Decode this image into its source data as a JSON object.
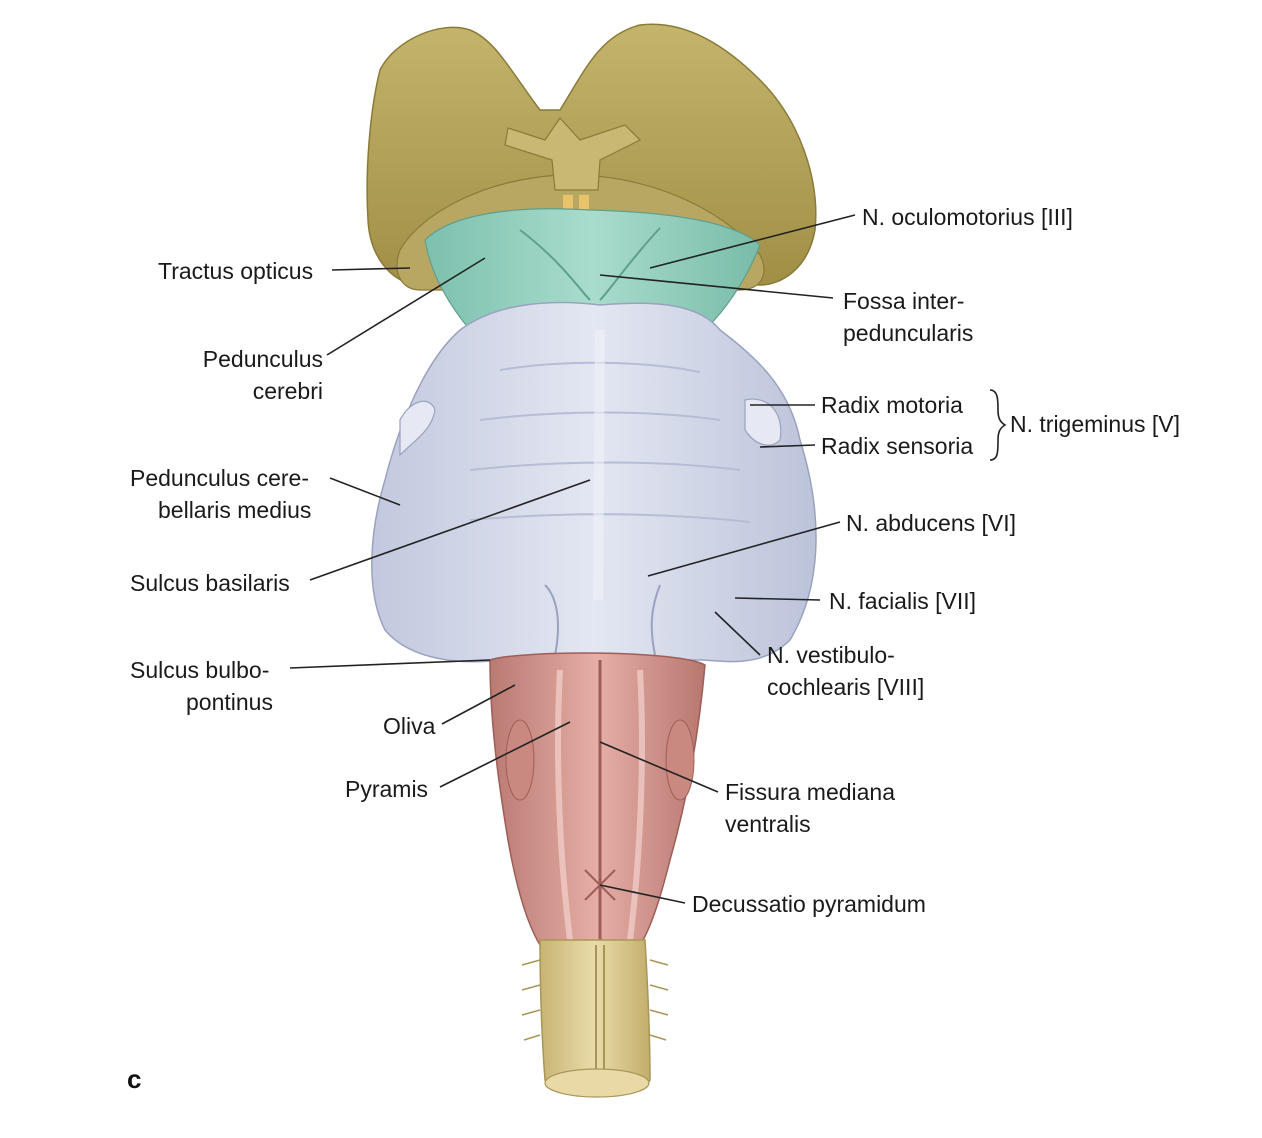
{
  "labels": {
    "tractus_opticus": "Tractus opticus",
    "pedunculus_cerebri": [
      "Pedunculus",
      "cerebri"
    ],
    "pedunculus_cerebellaris_medius": [
      "Pedunculus cere-",
      "bellaris medius"
    ],
    "sulcus_basilaris": "Sulcus basilaris",
    "sulcus_bulbopontinus": [
      "Sulcus bulbo-",
      "pontinus"
    ],
    "oliva": "Oliva",
    "pyramis": "Pyramis",
    "n_oculomotorius": "N. oculomotorius [III]",
    "fossa_interpeduncularis": [
      "Fossa inter-",
      "peduncularis"
    ],
    "radix_motoria": "Radix motoria",
    "radix_sensoria": "Radix sensoria",
    "n_trigeminus": "N. trigeminus [V]",
    "n_abducens": "N. abducens  [VI]",
    "n_facialis": "N. facialis  [VII]",
    "n_vestibulocochlearis": [
      "N. vestibulo-",
      "cochlearis [VIII]"
    ],
    "fissura_mediana_ventralis": [
      "Fissura mediana",
      "ventralis"
    ],
    "decussatio_pyramidum": "Decussatio pyramidum"
  },
  "figure_letter": "c",
  "colors": {
    "diencephalon": "#b3a35e",
    "pedunculi": "#8ccab8",
    "pons": "#cdd3e6",
    "medulla": "#cf8f88",
    "spinal_cord": "#d9c88e",
    "leader_lines": "#222222"
  }
}
